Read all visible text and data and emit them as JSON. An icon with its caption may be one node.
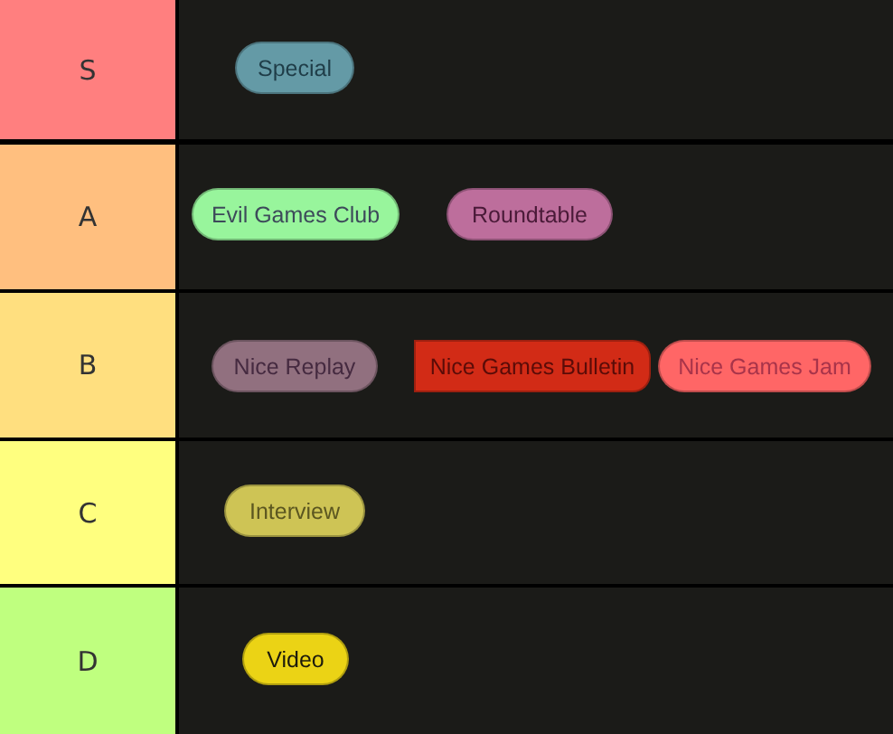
{
  "diagram": {
    "nodes": [
      {
        "text": [
          "S"
        ]
      },
      {
        "text": [
          "Special"
        ],
        "in": 0
      },
      {
        "text": [
          "A"
        ]
      },
      {
        "text": [
          "Evil Games Club"
        ],
        "in": 2
      },
      {
        "text": [
          "Roundtable"
        ],
        "in": 2
      },
      {
        "text": [
          "B"
        ]
      },
      {
        "text": [
          "Nice Replay"
        ],
        "in": 5
      },
      {
        "text": [
          "Nice Games Bulletin"
        ],
        "in": 5
      },
      {
        "text": [
          "Nice Games Jam"
        ],
        "in": 5
      },
      {
        "text": [
          "C"
        ]
      },
      {
        "text": [
          "Interview"
        ],
        "in": 9
      },
      {
        "text": [
          "D"
        ]
      },
      {
        "text": [
          "Video"
        ],
        "in": 11
      }
    ]
  }
}
